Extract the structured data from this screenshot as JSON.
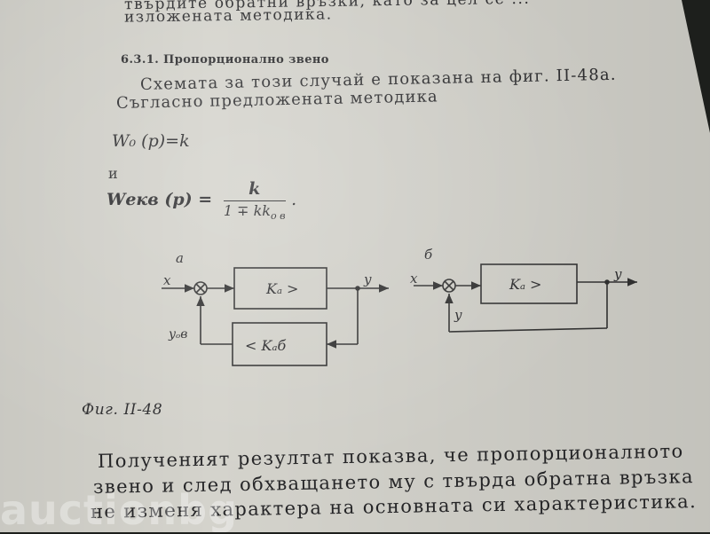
{
  "top_text": {
    "line1": "твърдите обратни връзки, като за цел се ...",
    "line2": "изложената методика."
  },
  "section_heading": "6.3.1. Пропорционално звено",
  "paragraph": {
    "line1": "Схемата за този случай е показана на фиг. II-48a.",
    "line2": "Съгласно предложената методика"
  },
  "formula1": "W₀ (p)=k",
  "conjunction": "и",
  "formula2": {
    "lhs": "Wекв (p) =",
    "numerator": "k",
    "denominator": "1 ∓ kk",
    "denominator_sub": "о в",
    "trail": "."
  },
  "diagram_a": {
    "label": "a",
    "input": "x",
    "output": "y",
    "forward_block": "Kₐ >",
    "feedback_block": "< Kₐб",
    "feedback_signal": "yₒв"
  },
  "diagram_b": {
    "label": "б",
    "input": "x",
    "output": "y",
    "forward_block": "Kₐ >",
    "feedback_signal": "y"
  },
  "figure_caption": "Фиг. II-48",
  "result_text": {
    "line1": "Полученият резултат показва, че пропорционалното",
    "line2": "звено и след обхващането му с твърда обратна връзка",
    "line3": "не изменя характера на основната си характеристика."
  },
  "watermark": "auctionbg"
}
